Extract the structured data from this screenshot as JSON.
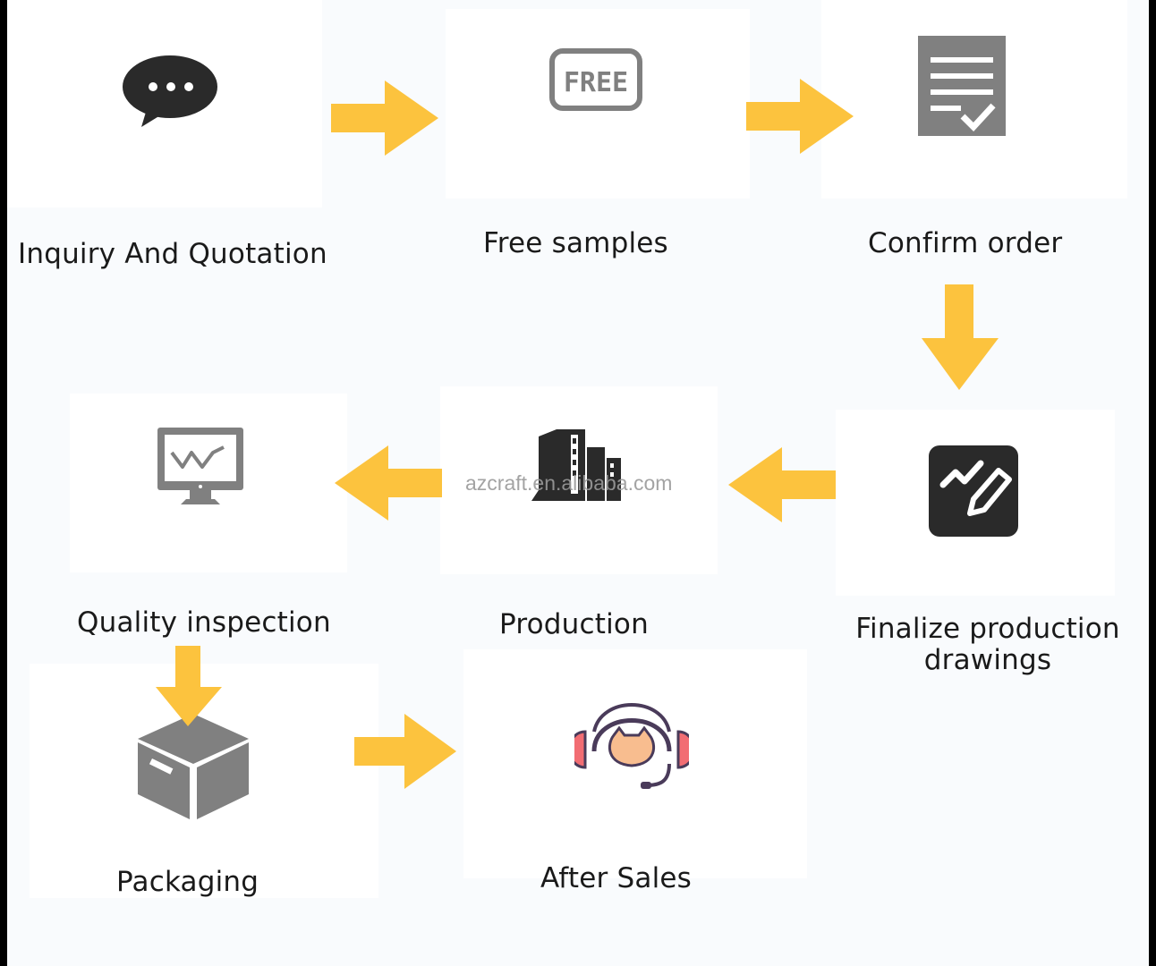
{
  "colors": {
    "arrow": "#fcc33e",
    "icon_gray": "#808080",
    "icon_dark": "#2a2a2a",
    "headset_pink": "#f26d73",
    "headset_orange": "#f8bd8f"
  },
  "steps": [
    {
      "label": "Inquiry And Quotation",
      "icon": "chat-bubble-icon"
    },
    {
      "label": "Free samples",
      "icon": "free-badge-icon"
    },
    {
      "label": "Confirm order",
      "icon": "checked-document-icon"
    },
    {
      "label_lines": [
        "Finalize production",
        "drawings"
      ],
      "icon": "edit-chart-icon"
    },
    {
      "label": "Production",
      "icon": "factory-buildings-icon"
    },
    {
      "label": "Quality inspection",
      "icon": "monitor-chart-icon"
    },
    {
      "label": "Packaging",
      "icon": "box-icon"
    },
    {
      "label": "After Sales",
      "icon": "headset-icon"
    }
  ],
  "free_badge_text": "FREE",
  "watermark": "azcraft.en.alibaba.com"
}
